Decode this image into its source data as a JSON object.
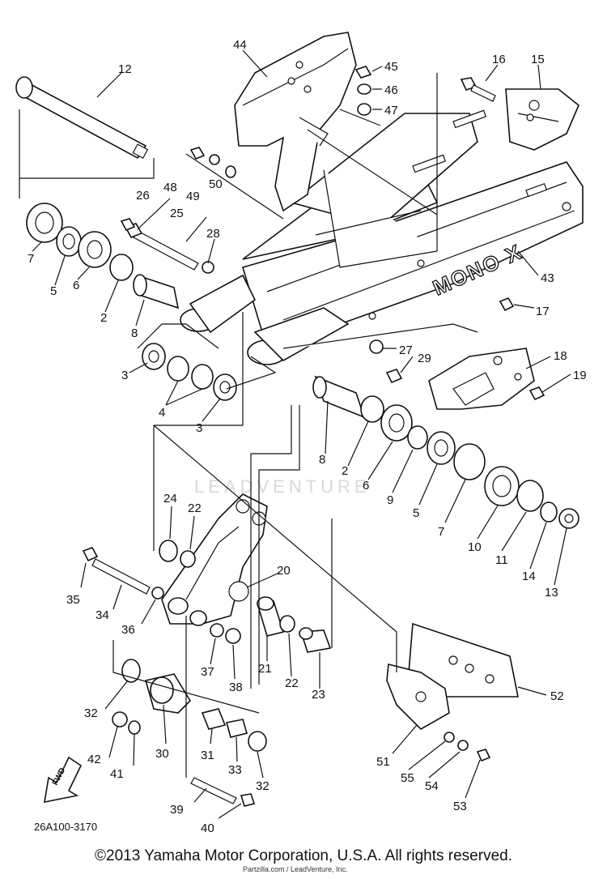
{
  "diagram": {
    "drawing_code": "26A100-3170",
    "frame_lettering": "MONO X",
    "fwd_label": "FWD",
    "callouts": [
      "12",
      "44",
      "45",
      "46",
      "47",
      "16",
      "15",
      "48",
      "49",
      "50",
      "26",
      "25",
      "28",
      "7",
      "5",
      "6",
      "2",
      "8",
      "43",
      "17",
      "3",
      "4",
      "3",
      "27",
      "29",
      "18",
      "19",
      "8",
      "2",
      "6",
      "9",
      "5",
      "7",
      "10",
      "11",
      "14",
      "13",
      "24",
      "22",
      "20",
      "35",
      "34",
      "36",
      "37",
      "38",
      "21",
      "22",
      "23",
      "32",
      "30",
      "42",
      "41",
      "31",
      "33",
      "32",
      "52",
      "51",
      "55",
      "54",
      "53",
      "39",
      "40"
    ]
  },
  "watermark": "LEADVENTURE",
  "footer": {
    "copyright": "©2013 Yamaha Motor Corporation, U.S.A. All rights reserved.",
    "small_credit": "Partzilla.com / LeadVenture, Inc."
  }
}
